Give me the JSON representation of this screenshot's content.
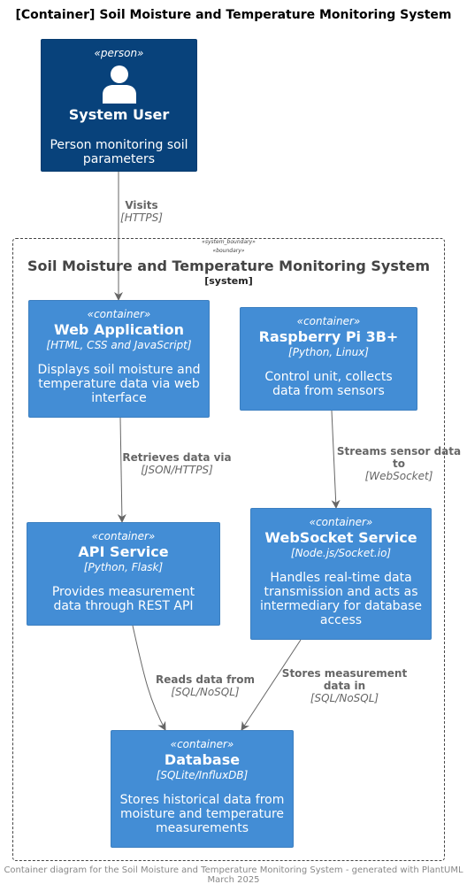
{
  "title": "[Container] Soil Moisture and Temperature Monitoring System",
  "person": {
    "stereotype": "«person»",
    "name": "System User",
    "description": "Person monitoring soil parameters",
    "icon": "person-icon"
  },
  "boundary": {
    "stereotype_1": "«system_boundary»",
    "stereotype_2": "«boundary»",
    "name": "Soil Moisture and Temperature Monitoring System",
    "type": "[system]"
  },
  "containers": {
    "web_app": {
      "stereotype": "«container»",
      "name": "Web Application",
      "tech": "[HTML, CSS and JavaScript]",
      "description": "Displays soil moisture and temperature data via web interface"
    },
    "raspberry": {
      "stereotype": "«container»",
      "name": "Raspberry Pi 3B+",
      "tech": "[Python, Linux]",
      "description": "Control unit, collects data from sensors"
    },
    "api": {
      "stereotype": "«container»",
      "name": "API Service",
      "tech": "[Python, Flask]",
      "description": "Provides measurement data through REST API"
    },
    "websocket": {
      "stereotype": "«container»",
      "name": "WebSocket Service",
      "tech": "[Node.js/Socket.io]",
      "description": "Handles real-time data transmission and acts as intermediary for database access"
    },
    "database": {
      "stereotype": "«container»",
      "name": "Database",
      "tech": "[SQLite/InfluxDB]",
      "description": "Stores historical data from moisture and temperature measurements"
    }
  },
  "relations": {
    "visits": {
      "label": "Visits",
      "tech": "[HTTPS]"
    },
    "retrieves": {
      "label": "Retrieves data via",
      "tech": "[JSON/HTTPS]"
    },
    "streams": {
      "label": "Streams sensor data to",
      "tech": "[WebSocket]"
    },
    "reads": {
      "label": "Reads data from",
      "tech": "[SQL/NoSQL]"
    },
    "stores": {
      "label": "Stores measurement data in",
      "tech": "[SQL/NoSQL]"
    }
  },
  "footer": "Container diagram for the Soil Moisture and Temperature Monitoring System - generated with PlantUML March 2025",
  "colors": {
    "person": "#08427b",
    "container": "#438dd5",
    "arrow": "#666666",
    "boundary": "#444444"
  }
}
